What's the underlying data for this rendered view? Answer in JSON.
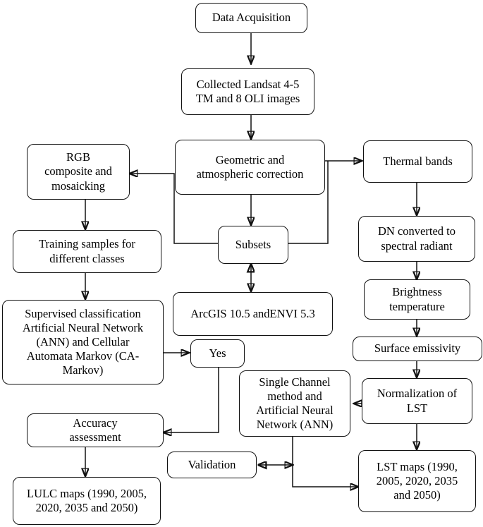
{
  "diagram": {
    "title": "Remote sensing LULC and LST methodology flowchart",
    "background_color": "#ffffff",
    "line_color": "#111111",
    "nodes": {
      "data_acquisition": "Data Acquisition",
      "collected_landsat": "Collected Landsat 4-5\nTM and 8 OLI images",
      "geometric_correction": "Geometric and\natmospheric correction",
      "rgb_composite": "RGB\ncomposite and\nmosaicking",
      "thermal_bands": "Thermal bands",
      "subsets": "Subsets",
      "training_samples": "Training samples for\ndifferent classes",
      "dn_converted": "DN converted to\nspectral radiant",
      "arcgis_envi": "ArcGIS 10.5 andENVI 5.3",
      "brightness_temperature": "Brightness\ntemperature",
      "supervised_classification": "Supervised classification\nArtificial Neural Network\n(ANN) and Cellular\nAutomata Markov (CA-\nMarkov)",
      "yes": "Yes",
      "surface_emissivity": "Surface emissivity",
      "single_channel": "Single Channel\nmethod and\nArtificial Neural\nNetwork (ANN)",
      "normalization_lst": "Normalization of\nLST",
      "accuracy_assessment": "Accuracy\nassessment",
      "validation": "Validation",
      "lst_maps": "LST maps (1990,\n2005, 2020, 2035\nand 2050)",
      "lulc_maps": "LULC maps (1990, 2005,\n2020, 2035 and 2050)"
    },
    "edges": [
      {
        "from": "data_acquisition",
        "to": "collected_landsat",
        "kind": "arrow"
      },
      {
        "from": "collected_landsat",
        "to": "geometric_correction",
        "kind": "arrow"
      },
      {
        "from": "geometric_correction",
        "to": "subsets",
        "kind": "arrow"
      },
      {
        "from": "geometric_correction",
        "to": "thermal_bands",
        "kind": "arrow"
      },
      {
        "from": "subsets",
        "to": "rgb_composite",
        "kind": "arrow"
      },
      {
        "from": "subsets",
        "to": "dn_converted",
        "kind": "arrow"
      },
      {
        "from": "subsets",
        "to": "arcgis_envi",
        "kind": "double-arrow"
      },
      {
        "from": "rgb_composite",
        "to": "training_samples",
        "kind": "arrow"
      },
      {
        "from": "training_samples",
        "to": "supervised_classification",
        "kind": "arrow"
      },
      {
        "from": "thermal_bands",
        "to": "dn_converted",
        "kind": "arrow"
      },
      {
        "from": "dn_converted",
        "to": "brightness_temperature",
        "kind": "arrow"
      },
      {
        "from": "brightness_temperature",
        "to": "surface_emissivity",
        "kind": "arrow"
      },
      {
        "from": "surface_emissivity",
        "to": "normalization_lst",
        "kind": "arrow"
      },
      {
        "from": "supervised_classification",
        "to": "yes",
        "kind": "arrow"
      },
      {
        "from": "yes",
        "to": "accuracy_assessment",
        "kind": "arrow"
      },
      {
        "from": "accuracy_assessment",
        "to": "lulc_maps",
        "kind": "arrow"
      },
      {
        "from": "normalization_lst",
        "to": "single_channel",
        "kind": "arrow"
      },
      {
        "from": "normalization_lst",
        "to": "lst_maps",
        "kind": "arrow"
      },
      {
        "from": "single_channel",
        "to": "validation",
        "kind": "double-arrow"
      },
      {
        "from": "single_channel",
        "to": "lst_maps",
        "kind": "arrow"
      }
    ]
  }
}
